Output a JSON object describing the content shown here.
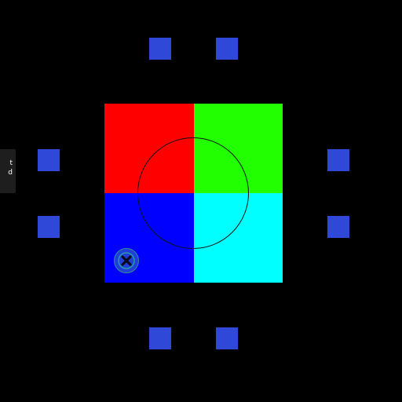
{
  "colors": {
    "background": "#000000",
    "top_left": "#ff0000",
    "top_right": "#22ff00",
    "bottom_left": "#0000ff",
    "bottom_right": "#00ffff",
    "handle": "#3048d8"
  },
  "icons": {
    "close": "close-icon"
  },
  "tooltip": {
    "line1": "t",
    "line2": "d"
  },
  "handles": [
    {
      "name": "top-handle-1"
    },
    {
      "name": "top-handle-2"
    },
    {
      "name": "left-handle-1"
    },
    {
      "name": "left-handle-2"
    },
    {
      "name": "right-handle-1"
    },
    {
      "name": "right-handle-2"
    },
    {
      "name": "bottom-handle-1"
    },
    {
      "name": "bottom-handle-2"
    }
  ]
}
